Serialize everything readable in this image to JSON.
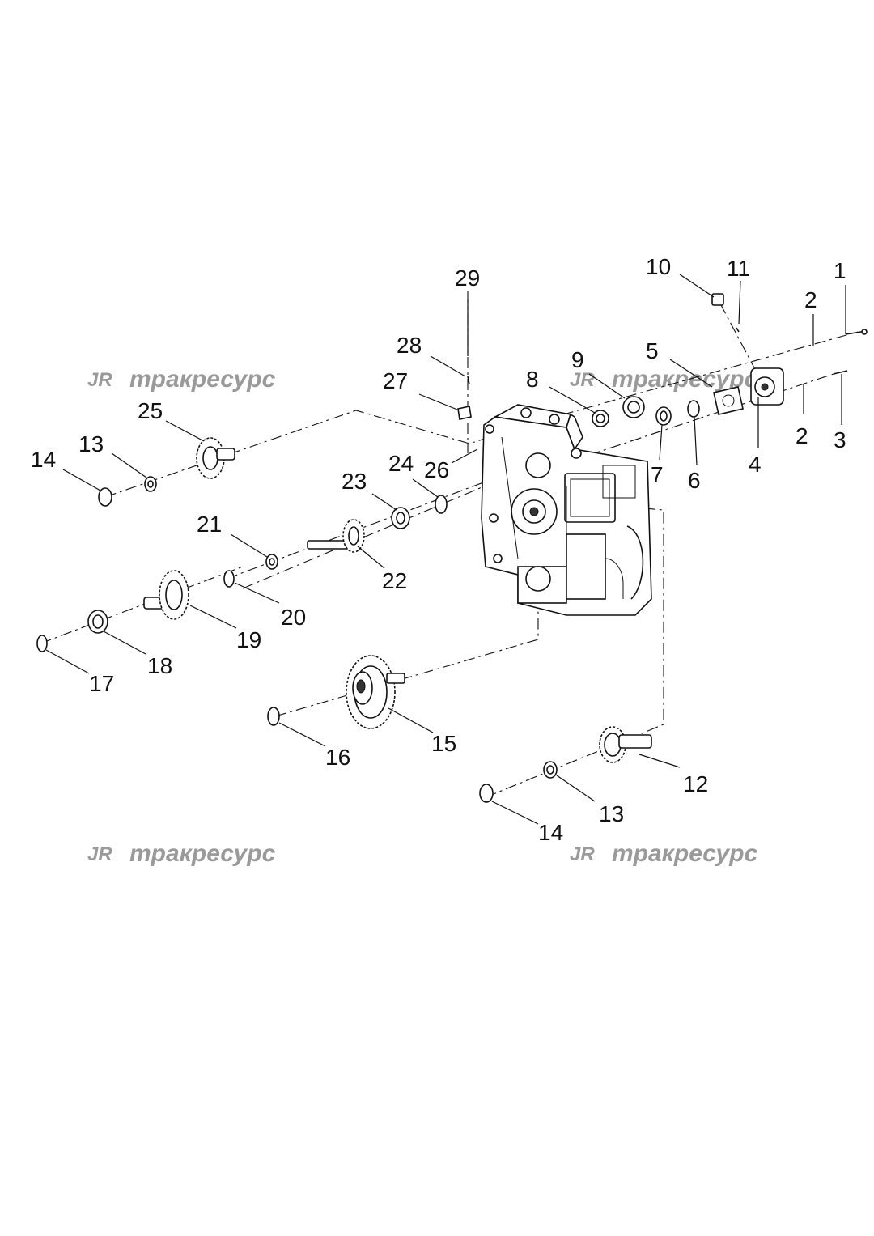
{
  "callouts": {
    "c1": "1",
    "c2a": "2",
    "c2b": "2",
    "c3": "3",
    "c4": "4",
    "c5": "5",
    "c6": "6",
    "c7": "7",
    "c8": "8",
    "c9": "9",
    "c10": "10",
    "c11": "11",
    "c12": "12",
    "c13a": "13",
    "c13b": "13",
    "c14a": "14",
    "c14b": "14",
    "c15": "15",
    "c16": "16",
    "c17": "17",
    "c18": "18",
    "c19": "19",
    "c20": "20",
    "c21": "21",
    "c22": "22",
    "c23": "23",
    "c24": "24",
    "c25": "25",
    "c26": "26",
    "c27": "27",
    "c28": "28",
    "c29": "29"
  },
  "watermark": {
    "logo": "JR",
    "text": "тракресурс"
  }
}
